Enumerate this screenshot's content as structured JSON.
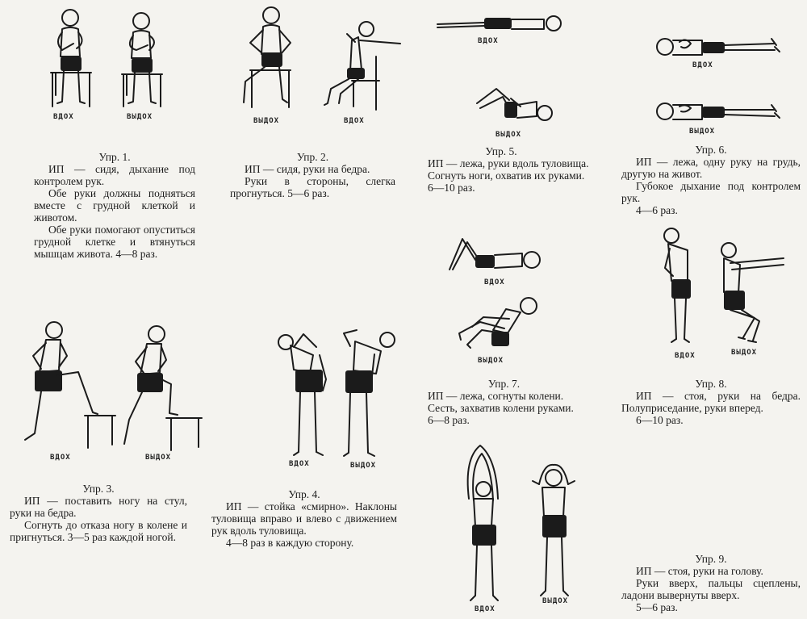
{
  "labels": {
    "inhale": "ВДОХ",
    "exhale": "ВЫДОХ"
  },
  "exercises": [
    {
      "title": "Упр. 1.",
      "paragraphs": [
        "ИП — сидя, дыхание под контролем рук.",
        "Обе руки должны подняться вместе с грудной клеткой и животом.",
        "Обе руки помогают опуститься грудной клетке и втянуться мышцам живота. 4—8 раз."
      ]
    },
    {
      "title": "Упр. 2.",
      "paragraphs": [
        "ИП — сидя, руки на бедра.",
        "Руки в стороны, слегка прогнуться. 5—6 раз."
      ]
    },
    {
      "title": "Упр. 5.",
      "paragraphs": [
        "ИП — лежа, руки вдоль туловища.",
        "Согнуть ноги, охватив их руками.",
        "6—10 раз."
      ]
    },
    {
      "title": "Упр. 6.",
      "paragraphs": [
        "ИП — лежа, одну руку на грудь, другую на живот.",
        "Губокое дыхание под контролем рук.",
        "4—6 раз."
      ]
    },
    {
      "title": "Упр. 7.",
      "paragraphs": [
        "ИП — лежа, согнуты колени.",
        "Сесть, захватив колени руками.",
        "6—8 раз."
      ]
    },
    {
      "title": "Упр. 8.",
      "paragraphs": [
        "ИП — стоя, руки на бедра. Полуприседание, руки вперед.",
        "6—10 раз."
      ]
    },
    {
      "title": "Упр. 3.",
      "paragraphs": [
        "ИП — поставить ногу на стул, руки на бедра.",
        "Согнуть до отказа ногу в колене и пригнуться. 3—5 раз каждой ногой."
      ]
    },
    {
      "title": "Упр. 4.",
      "paragraphs": [
        "ИП — стойка «смирно». Наклоны туловища вправо и влево с движением рук вдоль туловища.",
        "4—8 раз в каждую сторону."
      ]
    },
    {
      "title": "Упр. 9.",
      "paragraphs": [
        "ИП — стоя, руки на голову.",
        "Руки вверх, пальцы сцеплены, ладони вывернуты вверх.",
        "5—6 раз."
      ]
    }
  ]
}
